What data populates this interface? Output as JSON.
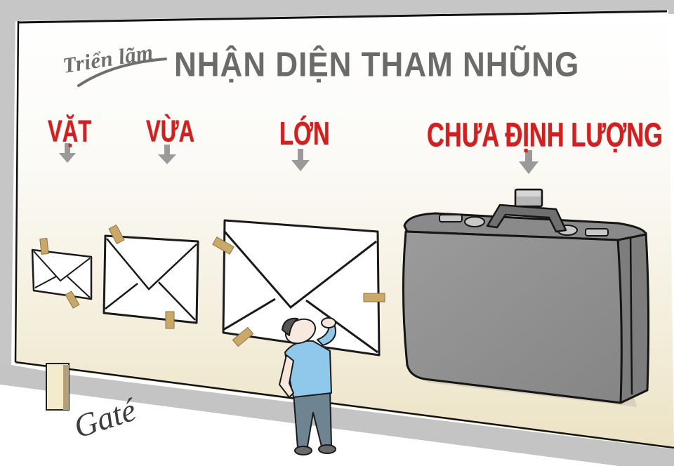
{
  "cartoon": {
    "exhibit_label": "Triển lãm",
    "title": "NHẬN DIỆN THAM NHŨNG",
    "categories": [
      {
        "label": "VẶT",
        "item": "small-envelope"
      },
      {
        "label": "VỪA",
        "item": "medium-envelope"
      },
      {
        "label": "LỚN",
        "item": "large-envelope"
      },
      {
        "label": "CHƯA ĐỊNH LƯỢNG",
        "item": "briefcase"
      }
    ],
    "signature": "Gaté",
    "colors": {
      "title": "#6b6b6b",
      "category_label": "#d21f1f",
      "arrow": "#9a9a9a",
      "board": "#f6f2e4",
      "frame_shadow": "#c2c2c2",
      "tape": "#c9a86a",
      "briefcase": "#8f8f8f",
      "shirt": "#8fc8ea",
      "trousers": "#6f8491"
    }
  }
}
